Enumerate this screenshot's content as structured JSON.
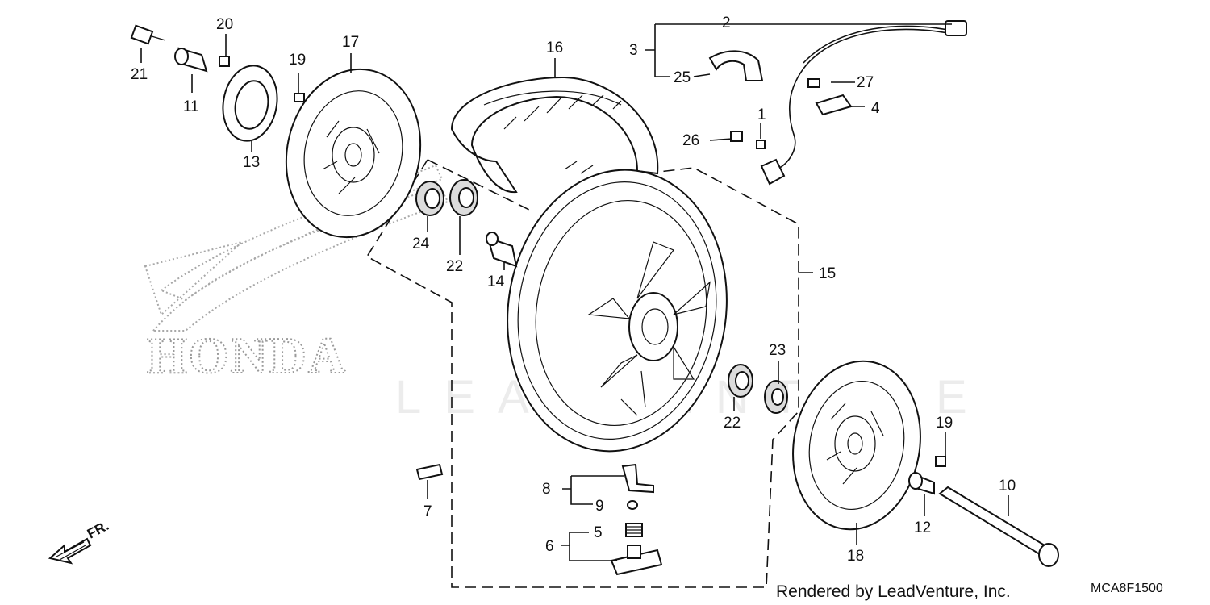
{
  "callouts": {
    "c1": "1",
    "c2": "2",
    "c3": "3",
    "c4": "4",
    "c5": "5",
    "c6": "6",
    "c7": "7",
    "c8": "8",
    "c9": "9",
    "c10": "10",
    "c11": "11",
    "c12": "12",
    "c13": "13",
    "c14": "14",
    "c15": "15",
    "c16": "16",
    "c17": "17",
    "c18": "18",
    "c19a": "19",
    "c19b": "19",
    "c20": "20",
    "c21": "21",
    "c22a": "22",
    "c22b": "22",
    "c23": "23",
    "c24": "24",
    "c25": "25",
    "c26": "26",
    "c27": "27"
  },
  "brand_logo_text": "HONDA",
  "watermark": "LEADVENTURE",
  "direction_label": "FR.",
  "footer_text": "Rendered by LeadVenture, Inc.",
  "diagram_code": "MCA8F1500"
}
